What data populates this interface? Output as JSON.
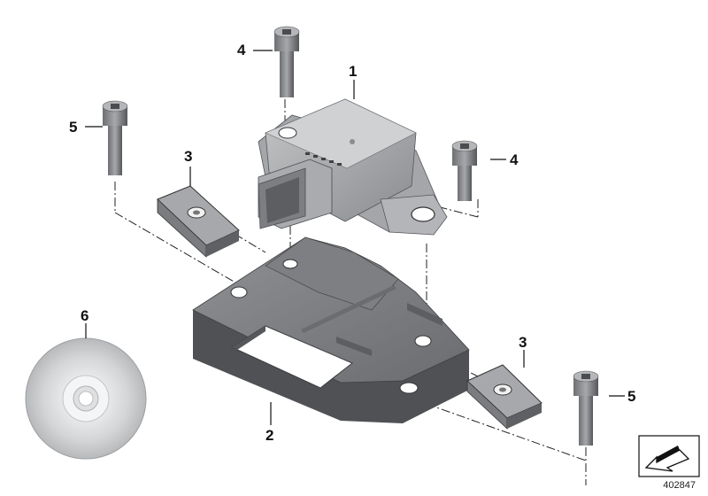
{
  "callouts": {
    "p1": "1",
    "p2": "2",
    "p3a": "3",
    "p3b": "3",
    "p4a": "4",
    "p4b": "4",
    "p5a": "5",
    "p5b": "5",
    "p6": "6"
  },
  "reference_number": "402847",
  "colors": {
    "part_light": "#b9bbbd",
    "part_mid": "#8e9093",
    "part_dark": "#5e6063",
    "line": "#222222"
  },
  "icons": {
    "nav": "direction-arrow-icon"
  }
}
